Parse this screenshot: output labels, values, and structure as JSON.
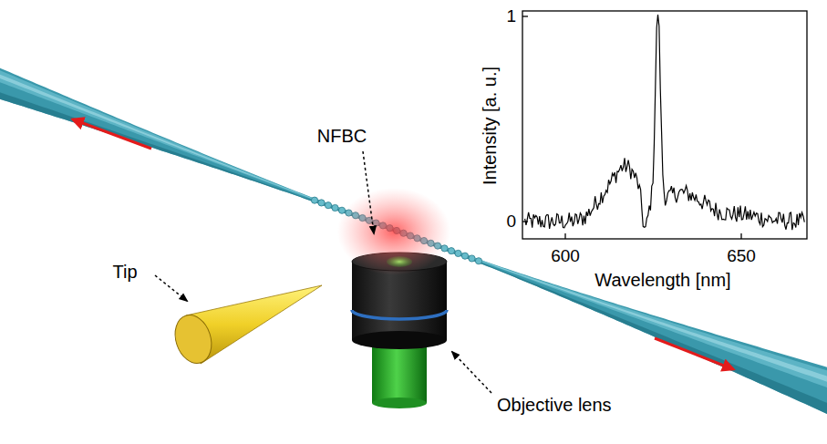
{
  "diagram": {
    "labels": [
      "NFBC",
      "Tip",
      "Objective lens",
      "Intensity [a. u.]",
      "Wavelength [nm]",
      "1",
      "0",
      "600",
      "650"
    ]
  }
}
